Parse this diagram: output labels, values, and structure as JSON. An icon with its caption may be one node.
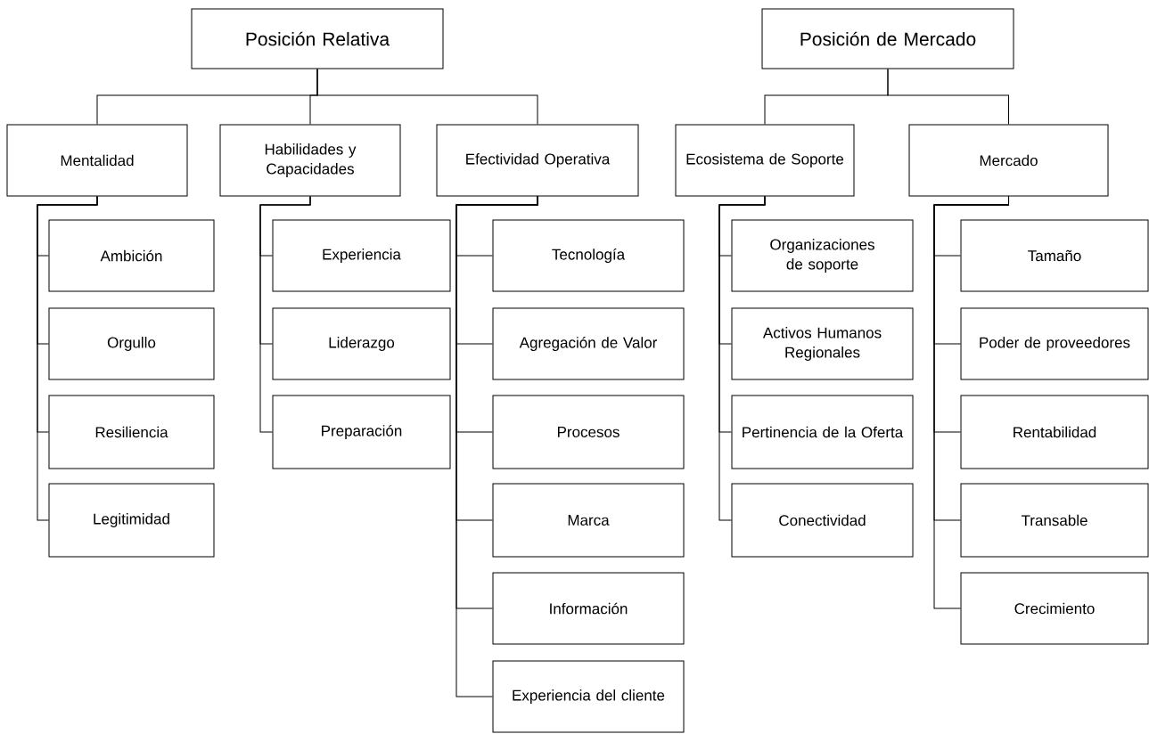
{
  "diagram": {
    "nodes": [
      {
        "text": [
          "Posición Relativa"
        ]
      },
      {
        "text": [
          "Posición de Mercado"
        ]
      },
      {
        "text": [
          "Mentalidad"
        ]
      },
      {
        "text": [
          "Habilidades y Capacidades"
        ]
      },
      {
        "text": [
          "Efectividad Operativa"
        ]
      },
      {
        "text": [
          "Ecosistema de Soporte"
        ]
      },
      {
        "text": [
          "Mercado"
        ]
      },
      {
        "text": [
          "Ambición"
        ]
      },
      {
        "text": [
          "Orgullo"
        ]
      },
      {
        "text": [
          "Resiliencia"
        ]
      },
      {
        "text": [
          "Legitimidad"
        ]
      },
      {
        "text": [
          "Experiencia"
        ]
      },
      {
        "text": [
          "Liderazgo"
        ]
      },
      {
        "text": [
          "Preparación"
        ]
      },
      {
        "text": [
          "Tecnología"
        ]
      },
      {
        "text": [
          "Agregación de Valor"
        ]
      },
      {
        "text": [
          "Procesos"
        ]
      },
      {
        "text": [
          "Marca"
        ]
      },
      {
        "text": [
          "Información"
        ]
      },
      {
        "text": [
          "Experiencia del cliente"
        ]
      },
      {
        "text": [
          "Organizaciones de soporte"
        ]
      },
      {
        "text": [
          "Activos Humanos Regionales"
        ]
      },
      {
        "text": [
          "Pertinencia de la Oferta"
        ]
      },
      {
        "text": [
          "Conectividad"
        ]
      },
      {
        "text": [
          "Tamaño"
        ]
      },
      {
        "text": [
          "Poder de proveedores"
        ]
      },
      {
        "text": [
          "Rentabilidad"
        ]
      },
      {
        "text": [
          "Transable"
        ]
      },
      {
        "text": [
          "Crecimiento"
        ]
      }
    ],
    "edges": [
      {
        "from": 0,
        "to": 2,
        "arrow": "none"
      },
      {
        "from": 0,
        "to": 3,
        "arrow": "none"
      },
      {
        "from": 0,
        "to": 4,
        "arrow": "none"
      },
      {
        "from": 1,
        "to": 5,
        "arrow": "none"
      },
      {
        "from": 1,
        "to": 6,
        "arrow": "none"
      },
      {
        "from": 2,
        "to": 7,
        "arrow": "none"
      },
      {
        "from": 2,
        "to": 8,
        "arrow": "none"
      },
      {
        "from": 2,
        "to": 9,
        "arrow": "none"
      },
      {
        "from": 2,
        "to": 10,
        "arrow": "none"
      },
      {
        "from": 3,
        "to": 11,
        "arrow": "none"
      },
      {
        "from": 3,
        "to": 12,
        "arrow": "none"
      },
      {
        "from": 3,
        "to": 13,
        "arrow": "none"
      },
      {
        "from": 4,
        "to": 14,
        "arrow": "none"
      },
      {
        "from": 4,
        "to": 15,
        "arrow": "none"
      },
      {
        "from": 4,
        "to": 16,
        "arrow": "none"
      },
      {
        "from": 4,
        "to": 17,
        "arrow": "none"
      },
      {
        "from": 4,
        "to": 18,
        "arrow": "none"
      },
      {
        "from": 4,
        "to": 19,
        "arrow": "none"
      },
      {
        "from": 5,
        "to": 20,
        "arrow": "none"
      },
      {
        "from": 5,
        "to": 21,
        "arrow": "none"
      },
      {
        "from": 5,
        "to": 22,
        "arrow": "none"
      },
      {
        "from": 5,
        "to": 23,
        "arrow": "none"
      },
      {
        "from": 6,
        "to": 24,
        "arrow": "none"
      },
      {
        "from": 6,
        "to": 25,
        "arrow": "none"
      },
      {
        "from": 6,
        "to": 26,
        "arrow": "none"
      },
      {
        "from": 6,
        "to": 27,
        "arrow": "none"
      },
      {
        "from": 6,
        "to": 28,
        "arrow": "none"
      }
    ]
  }
}
